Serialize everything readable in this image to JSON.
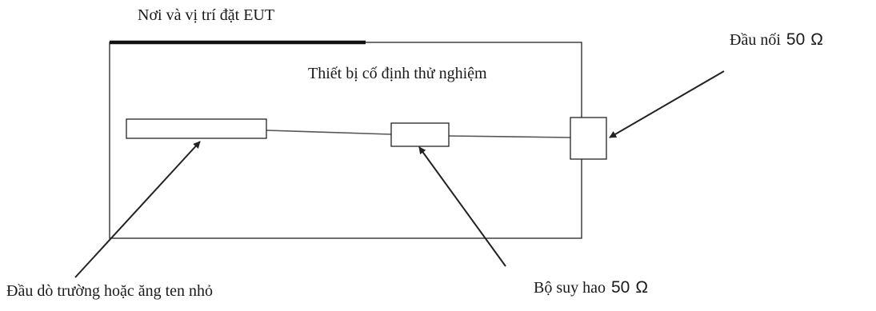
{
  "labels": {
    "eut_location": "Nơi và vị trí đặt EUT",
    "test_fixture": "Thiết bị cố định thử nghiệm",
    "connector": {
      "text": "Đầu nối",
      "value": "50",
      "unit": "Ω"
    },
    "probe": "Đầu dò trường hoặc ăng ten nhỏ",
    "attenuator": {
      "text": "Bộ suy hao",
      "value": "50",
      "unit": "Ω"
    }
  },
  "colors": {
    "line": "#222222",
    "thick_bar": "#111111",
    "background": "#ffffff"
  }
}
